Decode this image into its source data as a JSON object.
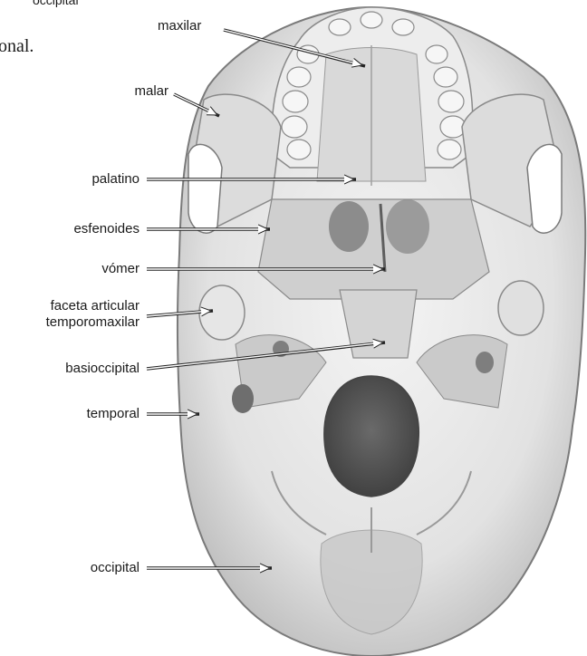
{
  "fragments": {
    "top_left": "occipital",
    "serif_left": "onal."
  },
  "labels": {
    "maxilar": "maxilar",
    "malar": "malar",
    "palatino": "palatino",
    "esfenoides": "esfenoides",
    "vomer": "vómer",
    "faceta_line1": "faceta articular",
    "faceta_line2": "temporomaxilar",
    "basioccipital": "basioccipital",
    "temporal": "temporal",
    "occipital": "occipital"
  },
  "image": {
    "subject": "skull-base-inferior-view",
    "colors": {
      "bone": "#e6e6e6",
      "bone_shadow": "#9d9d9d",
      "foramen": "#5a5a5a",
      "text": "#1a1a1a"
    }
  }
}
